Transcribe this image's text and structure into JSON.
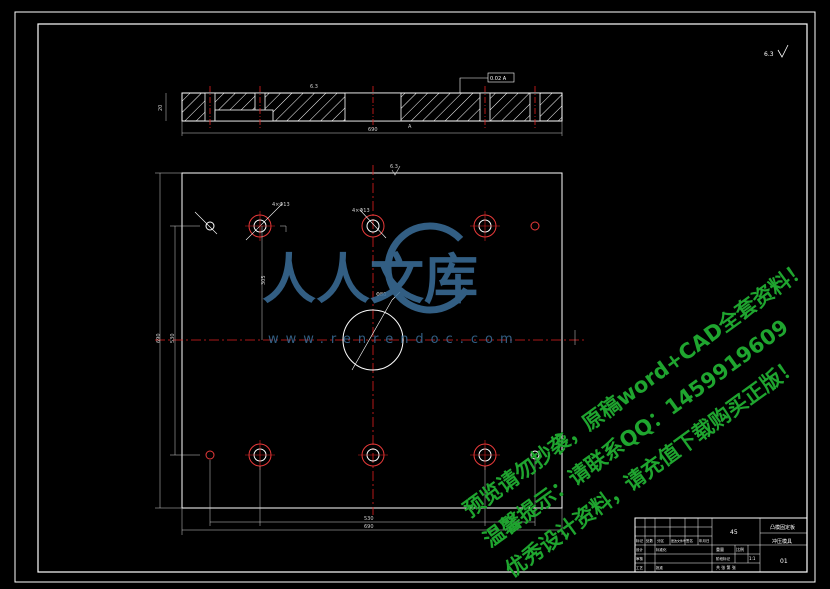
{
  "colors": {
    "background": "#000000",
    "line": "#ffffff",
    "hatch": "#ffffff",
    "center": "#e02020",
    "dim": "#cfcfcf",
    "hole_outer": "#e83a3a",
    "watermark_logo": "#3b6f9a",
    "watermark_text": "#1fa52f"
  },
  "drawing": {
    "roughness_symbol": "6.3",
    "tolerance_frame": "0.02 A",
    "section_top_dims": [
      "20",
      "6.3",
      "A"
    ],
    "section_width": "690",
    "plan_dims": {
      "left_height_total": "690",
      "left_height_inner": "530",
      "inner_width": "530",
      "overall_width": "690",
      "hole_spacing_v": "305",
      "roughness": "6.3",
      "leader_labels": [
        "4×Φ13",
        "4×Φ13",
        "Φ80"
      ]
    }
  },
  "title_block": {
    "material": "45",
    "title_line1": "凸模固定板",
    "title_line2": "冲压模具",
    "sheet_no": "01",
    "scale_label": "比例",
    "scale_value": "1:1",
    "weight_label": "重量",
    "sheet_label": "共 张 第 张",
    "rows": [
      "标记",
      "处数",
      "分区",
      "更改文件号",
      "签名",
      "年月日",
      "设计",
      "标准化",
      "审核",
      "工艺",
      "批准",
      "阶段标记"
    ]
  },
  "watermark": {
    "logo_text": "人人文库",
    "url": "www.renrendoc.com",
    "line1": "预览请勿抄袭，原稿word+CAD全套资料！",
    "line2": "温馨提示：请联系QQ：1459919609",
    "line3": "优秀设计资料，请充值下载购买正版！"
  }
}
